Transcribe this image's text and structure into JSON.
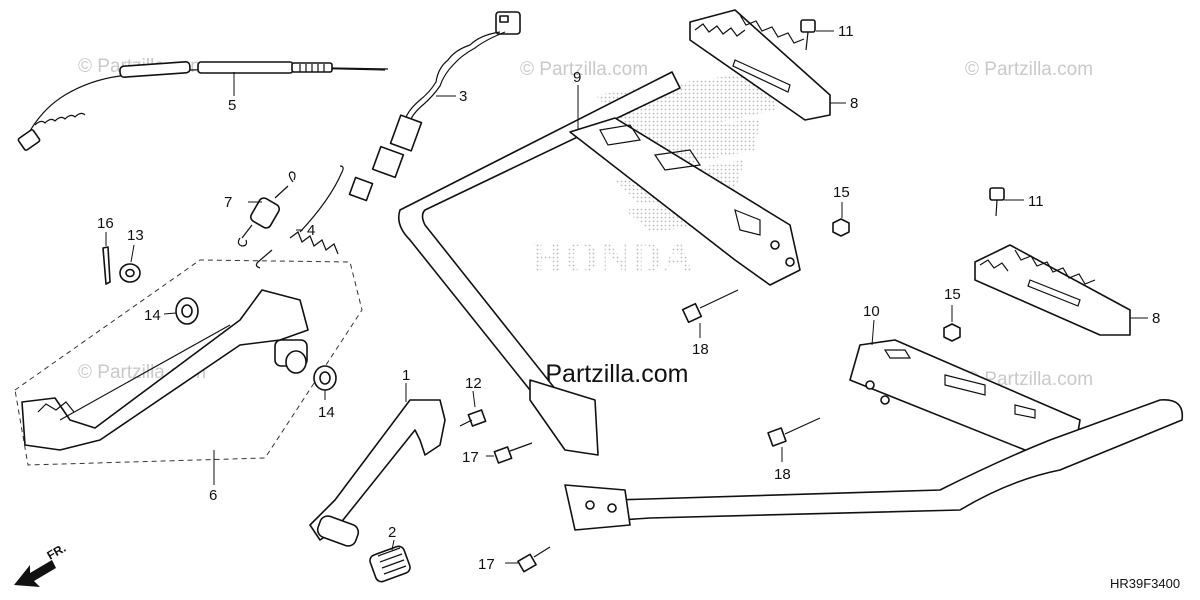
{
  "watermark": {
    "text": "© Partzilla.com",
    "center_text": "© Partzilla.com",
    "brand": "HONDA"
  },
  "diagram_code": "HR39F3400",
  "direction_label": "FR.",
  "callouts": [
    {
      "id": "c5",
      "num": "5"
    },
    {
      "id": "c3",
      "num": "3"
    },
    {
      "id": "c7",
      "num": "7"
    },
    {
      "id": "c4",
      "num": "4"
    },
    {
      "id": "c16",
      "num": "16"
    },
    {
      "id": "c13",
      "num": "13"
    },
    {
      "id": "c14a",
      "num": "14"
    },
    {
      "id": "c14b",
      "num": "14"
    },
    {
      "id": "c6",
      "num": "6"
    },
    {
      "id": "c1",
      "num": "1"
    },
    {
      "id": "c2",
      "num": "2"
    },
    {
      "id": "c12",
      "num": "12"
    },
    {
      "id": "c17a",
      "num": "17"
    },
    {
      "id": "c17b",
      "num": "17"
    },
    {
      "id": "c9",
      "num": "9"
    },
    {
      "id": "c11a",
      "num": "11"
    },
    {
      "id": "c8a",
      "num": "8"
    },
    {
      "id": "c15a",
      "num": "15"
    },
    {
      "id": "c18a",
      "num": "18"
    },
    {
      "id": "c11b",
      "num": "11"
    },
    {
      "id": "c8b",
      "num": "8"
    },
    {
      "id": "c15b",
      "num": "15"
    },
    {
      "id": "c10",
      "num": "10"
    },
    {
      "id": "c18b",
      "num": "18"
    }
  ]
}
